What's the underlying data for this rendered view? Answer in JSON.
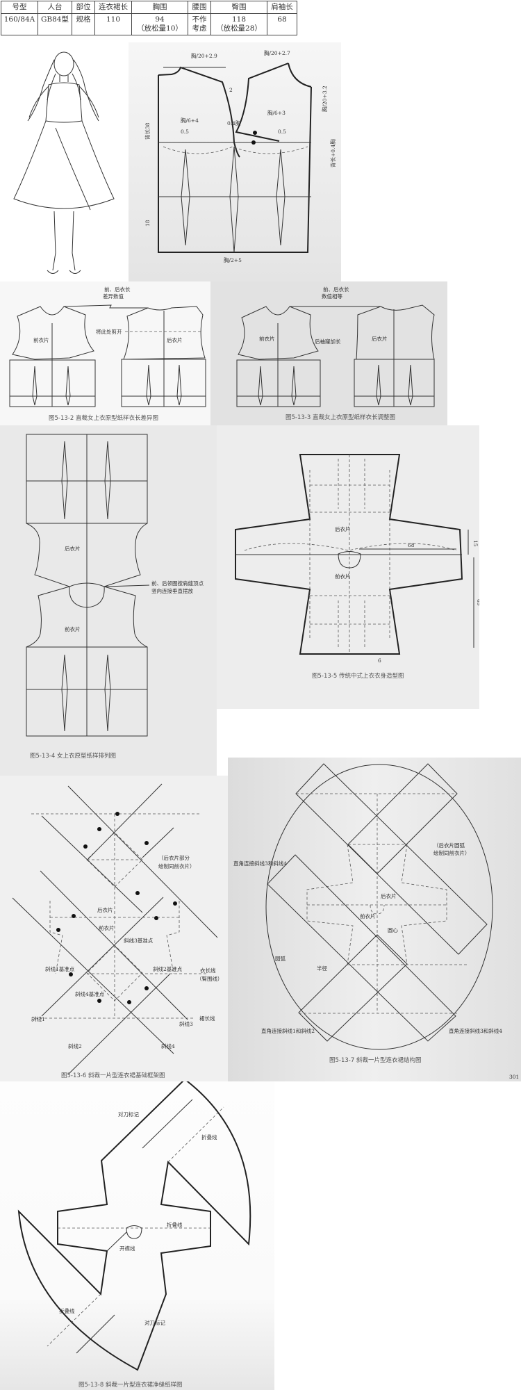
{
  "size_table": {
    "headers": [
      "号型",
      "人台",
      "部位",
      "连衣裙长",
      "胸围",
      "腰围",
      "臀围",
      "肩袖长"
    ],
    "row": {
      "size": "160/84A",
      "form": "GB84型",
      "part": "规格",
      "dress_length": "110",
      "bust": "94",
      "bust_note": "（放松量10）",
      "waist": "不作",
      "waist_note": "考虑",
      "hip": "118",
      "hip_note": "（放松量28）",
      "shoulder_sleeve": "68"
    }
  },
  "draft": {
    "labels": [
      "胸/20+2.9",
      "胸/20+2.7",
      "胸/6+4",
      "胸/6+3",
      "0.4胸",
      "0.5",
      "0.5",
      "2",
      "背长38",
      "胸/20+3.2",
      "背长+0.4胸",
      "18",
      "胸/2+5"
    ]
  },
  "fig2": {
    "caption": "图5-13-2 直裁女上衣原型纸样衣长差异图",
    "front": "前衣片",
    "back": "后衣片",
    "cut_here": "将此处剪开",
    "note_line1": "前、后衣长",
    "note_line2": "差异数值"
  },
  "fig3": {
    "caption": "图5-13-3 直裁女上衣原型纸样衣长调整图",
    "front": "前衣片",
    "back": "后衣片",
    "lengthen": "后袖窿加长",
    "note_line1": "前、后衣长",
    "note_line2": "数值相等"
  },
  "fig4": {
    "caption": "图5-13-4 女上衣原型纸样排列图",
    "back": "后衣片",
    "front": "前衣片",
    "note_line1": "前、后领圈按肩缝顶点",
    "note_line2": "竖向连接垂直摆放"
  },
  "fig5": {
    "caption": "图5-13-5 传统中式上衣衣身造型图",
    "back": "后衣片",
    "front": "前衣片",
    "dim_sleeve": "68",
    "dim_cuff": "15",
    "dim_length": "69",
    "dim_hem": "6"
  },
  "fig6": {
    "caption": "图5-13-6 斜裁一片型连衣裙基础框架图",
    "note_line1": "（后衣片部分",
    "note_line2": "绘制同前衣片）",
    "back": "后衣片",
    "front": "前衣片",
    "ref3": "斜线3基准点",
    "ref1": "斜线1基准点",
    "ref2": "斜线2基准点",
    "ref4": "斜线4基准点",
    "garment_line": "衣长线",
    "hip_line": "（臀围线）",
    "skirt_line": "裙长线",
    "line1": "斜线1",
    "line2": "斜线2",
    "line3": "斜线3",
    "line4": "斜线4"
  },
  "fig7": {
    "caption": "图5-13-7 斜裁一片型连衣裙结构图",
    "note_line1": "（后衣片圆弧",
    "note_line2": "绘制同前衣片）",
    "connect_34_top": "直角连接斜线3和斜线4",
    "back": "后衣片",
    "front": "前衣片",
    "center": "圆心",
    "arc": "圆弧",
    "radius": "半径",
    "connect_12": "直角连接斜线1和斜线2",
    "connect_34_bottom": "直角连接斜线3和斜线4",
    "page_number": "301"
  },
  "fig8": {
    "caption": "图5-13-8 斜裁一片型连衣裙净缝纸样图",
    "notch_top": "对刀标记",
    "fold_top": "折叠线",
    "fold_mid": "折叠线",
    "placket": "开襟线",
    "fold_bottom": "折叠线",
    "notch_bottom": "对刀标记"
  }
}
